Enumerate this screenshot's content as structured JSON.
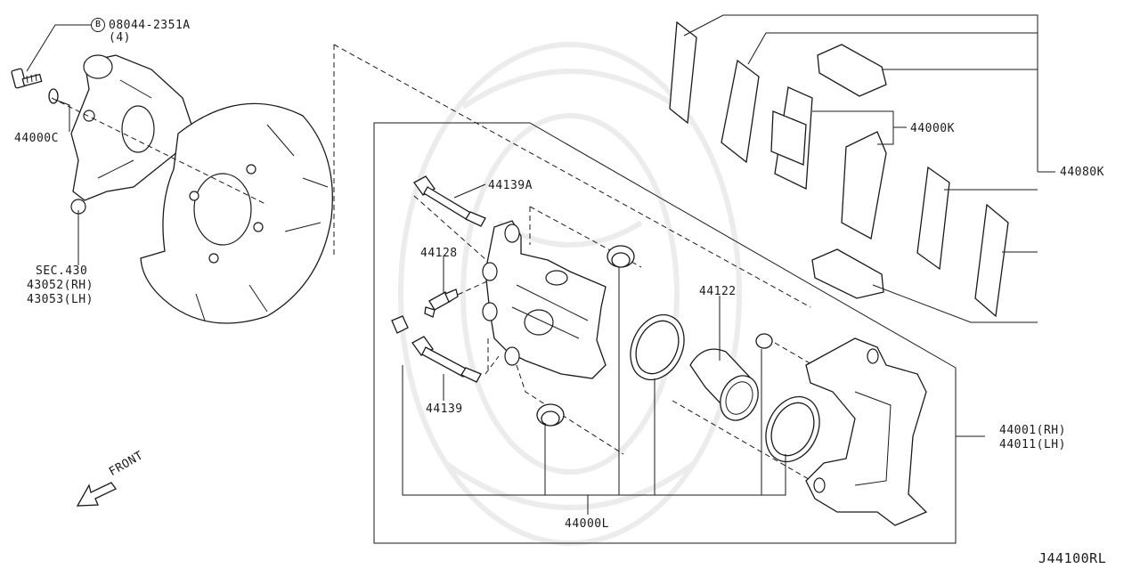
{
  "diagram_code": "J44100RL",
  "direction_label": "FRONT",
  "bolt_badge": "B",
  "labels": {
    "bolt_part": "08044-2351A",
    "bolt_qty": "(4)",
    "washer": "44000C",
    "section_ref": "SEC.430",
    "knuckle_rh": "43052(RH)",
    "knuckle_lh": "43053(LH)",
    "pin_bolt_a": "44139A",
    "bleeder": "44128",
    "pin_bolt": "44139",
    "piston": "44122",
    "pad_set": "44000K",
    "hardware_kit": "44080K",
    "caliper_rh": "44001(RH)",
    "caliper_lh": "44011(LH)",
    "seal_kit": "44000L"
  }
}
